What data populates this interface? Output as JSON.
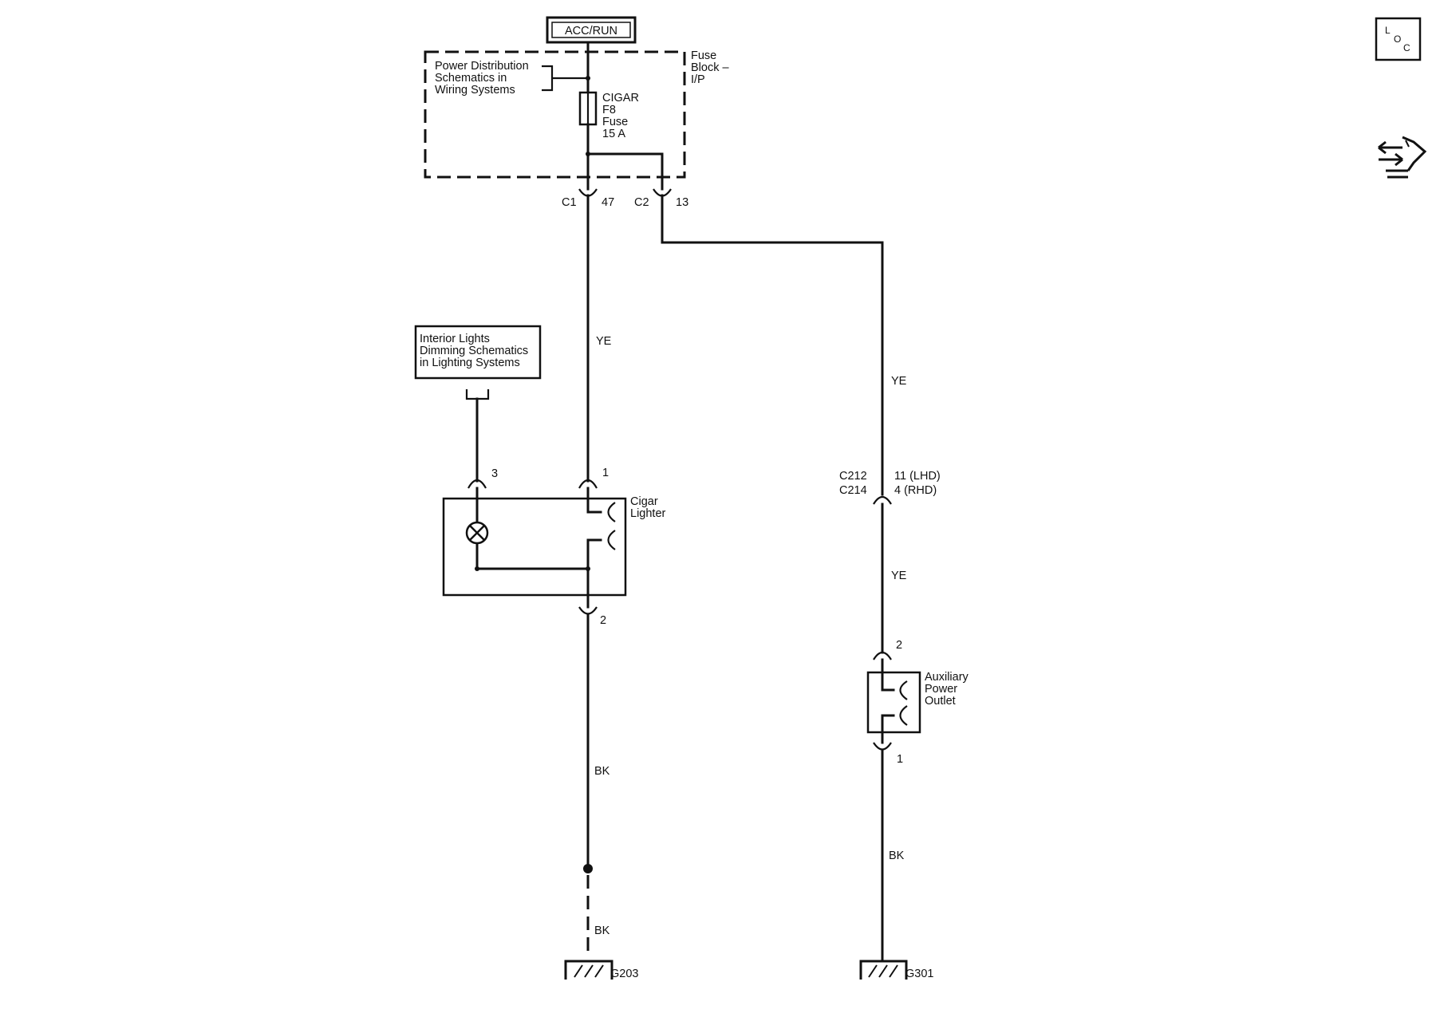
{
  "power_source": "ACC/RUN",
  "fuse_block": {
    "name_lines": [
      "Fuse",
      "Block –",
      "I/P"
    ],
    "ref_lines": [
      "Power Distribution",
      "Schematics in",
      "Wiring Systems"
    ],
    "fuse_lines": [
      "CIGAR",
      "F8",
      "Fuse",
      "15 A"
    ],
    "connectors": [
      {
        "conn": "C1",
        "pin": "47"
      },
      {
        "conn": "C2",
        "pin": "13"
      }
    ]
  },
  "dimming_ref_lines": [
    "Interior Lights",
    "Dimming Schematics",
    "in Lighting Systems"
  ],
  "cigar_lighter": {
    "name_lines": [
      "Cigar",
      "Lighter"
    ],
    "pins": {
      "power": "1",
      "ground": "2",
      "dimming": "3"
    }
  },
  "inline_connector": {
    "names": [
      "C212",
      "C214"
    ],
    "pins": [
      "11 (LHD)",
      "4 (RHD)"
    ]
  },
  "aux_outlet": {
    "name_lines": [
      "Auxiliary",
      "Power",
      "Outlet"
    ],
    "pins": {
      "power": "2",
      "ground": "1"
    }
  },
  "wire_colors": {
    "cigar_feed": "YE",
    "cigar_ground": "BK",
    "cigar_ground_lower": "BK",
    "aux_feed_upper": "YE",
    "aux_feed_lower": "YE",
    "aux_ground": "BK"
  },
  "grounds": [
    "G203",
    "G301"
  ],
  "icons": [
    "loc-icon",
    "connector-view-icon"
  ]
}
